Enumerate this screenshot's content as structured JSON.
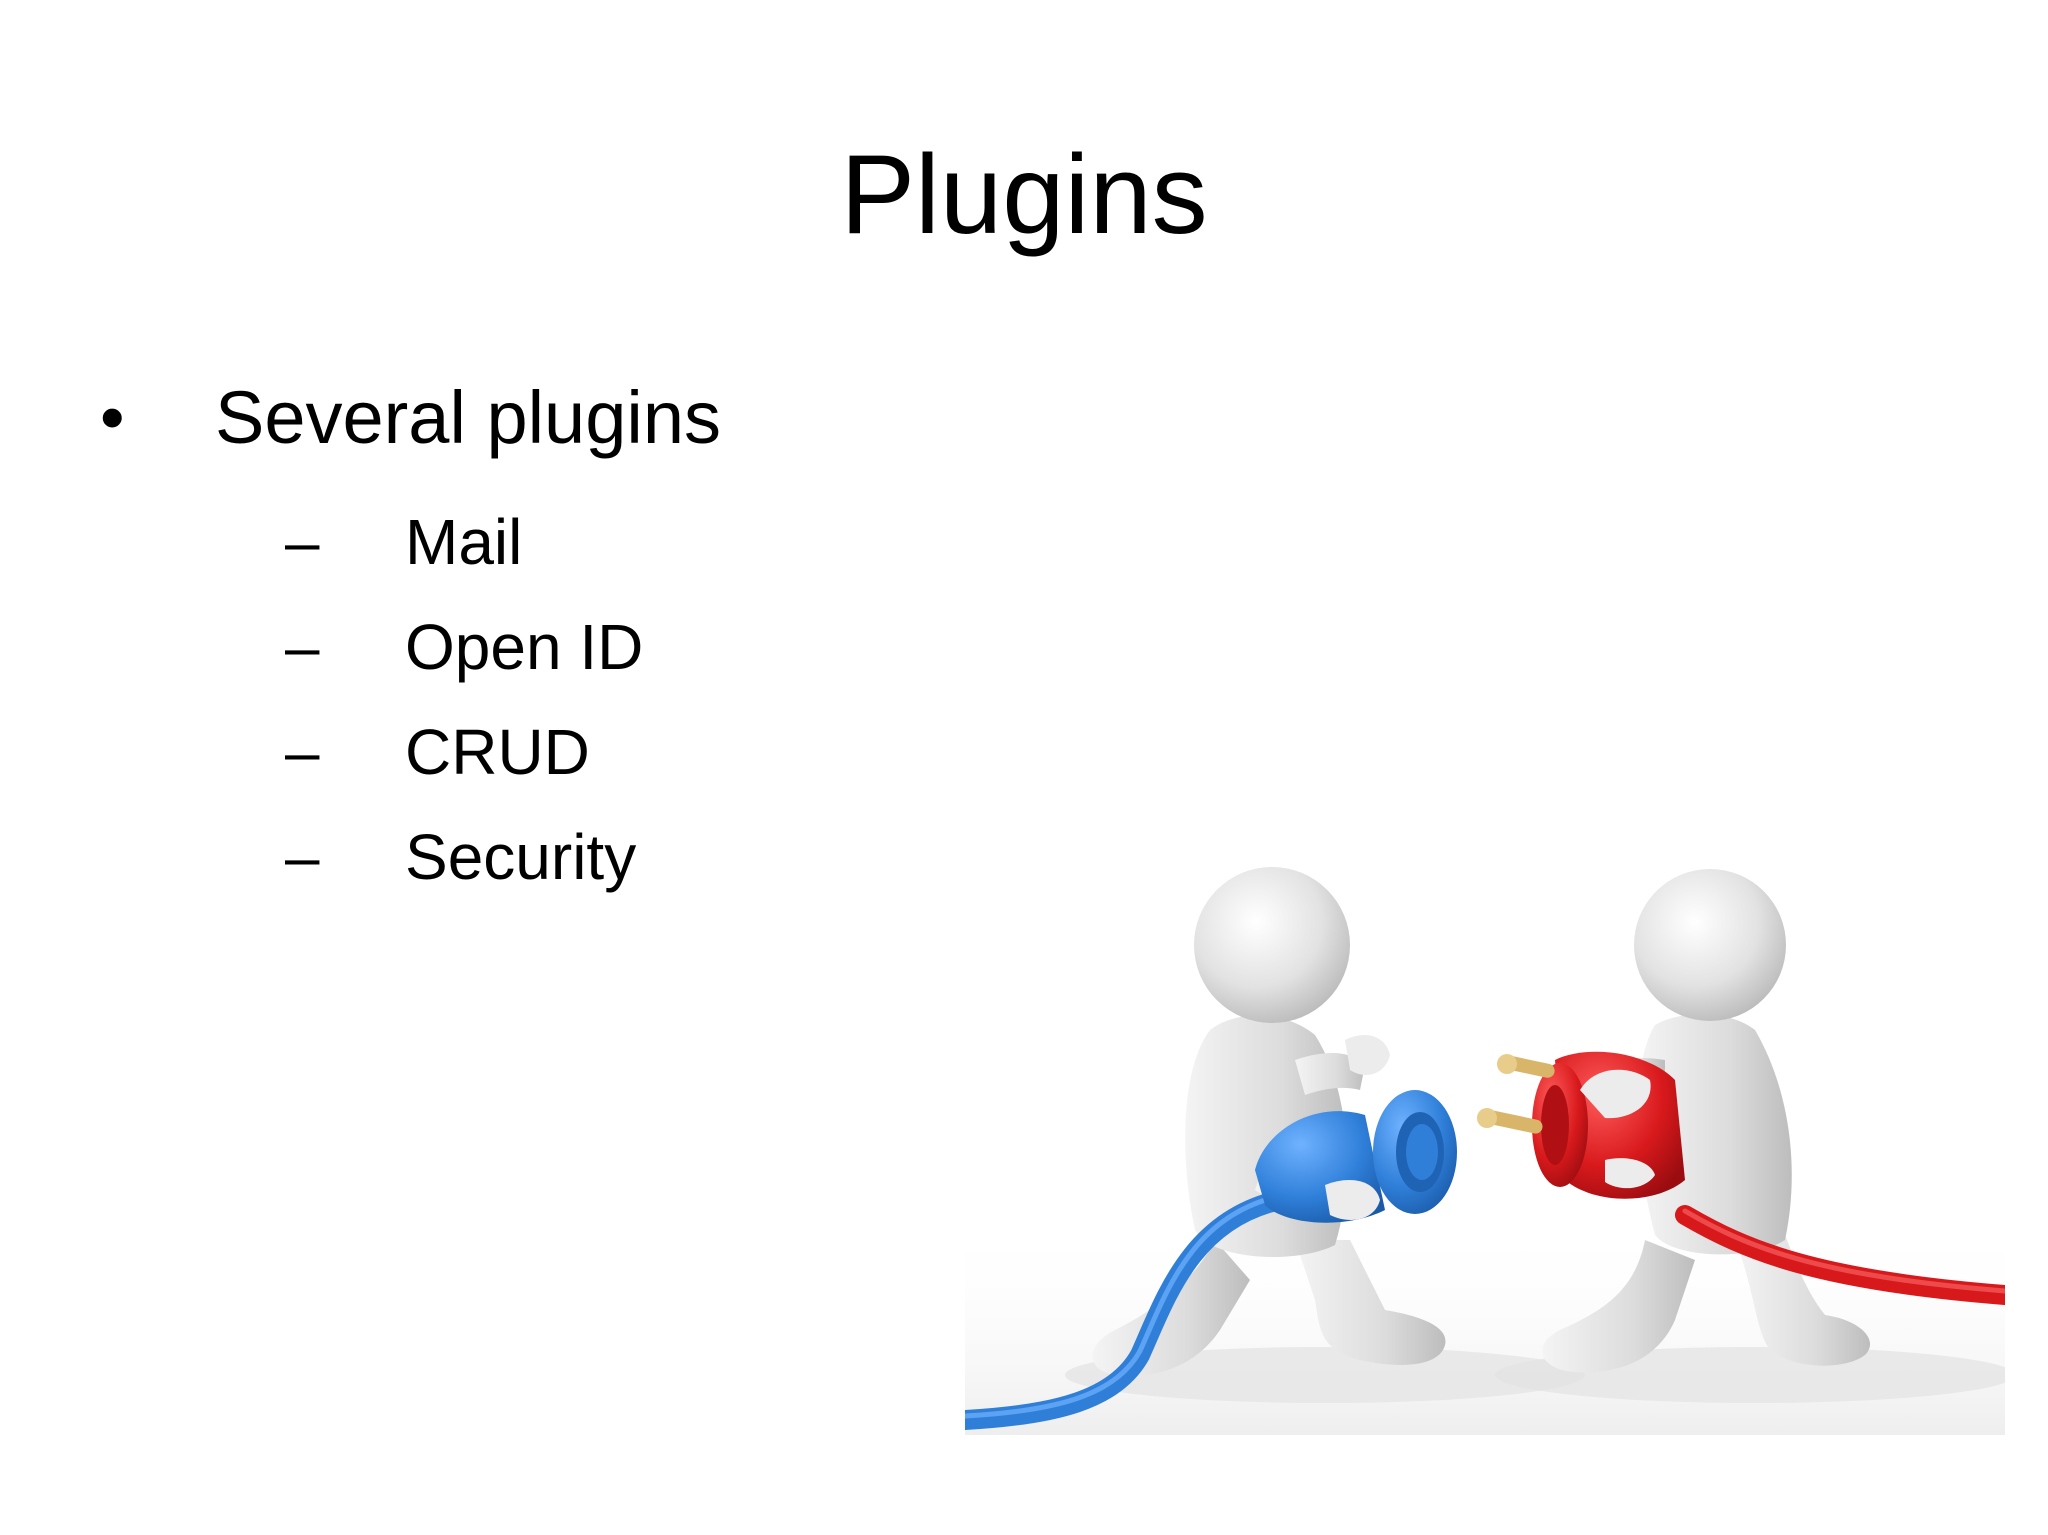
{
  "slide": {
    "title": "Plugins",
    "bullet": {
      "marker": "•",
      "text": "Several plugins"
    },
    "sub_items": [
      {
        "marker": "–",
        "text": "Mail"
      },
      {
        "marker": "–",
        "text": "Open ID"
      },
      {
        "marker": "–",
        "text": "CRUD"
      },
      {
        "marker": "–",
        "text": "Security"
      }
    ]
  },
  "illustration": {
    "icon": "two-figures-connecting-plugs",
    "colors": {
      "figure": "#e6e6e6",
      "left_plug": "#2f7fd9",
      "right_plug": "#d8191c",
      "prongs": "#d9b56a"
    }
  }
}
